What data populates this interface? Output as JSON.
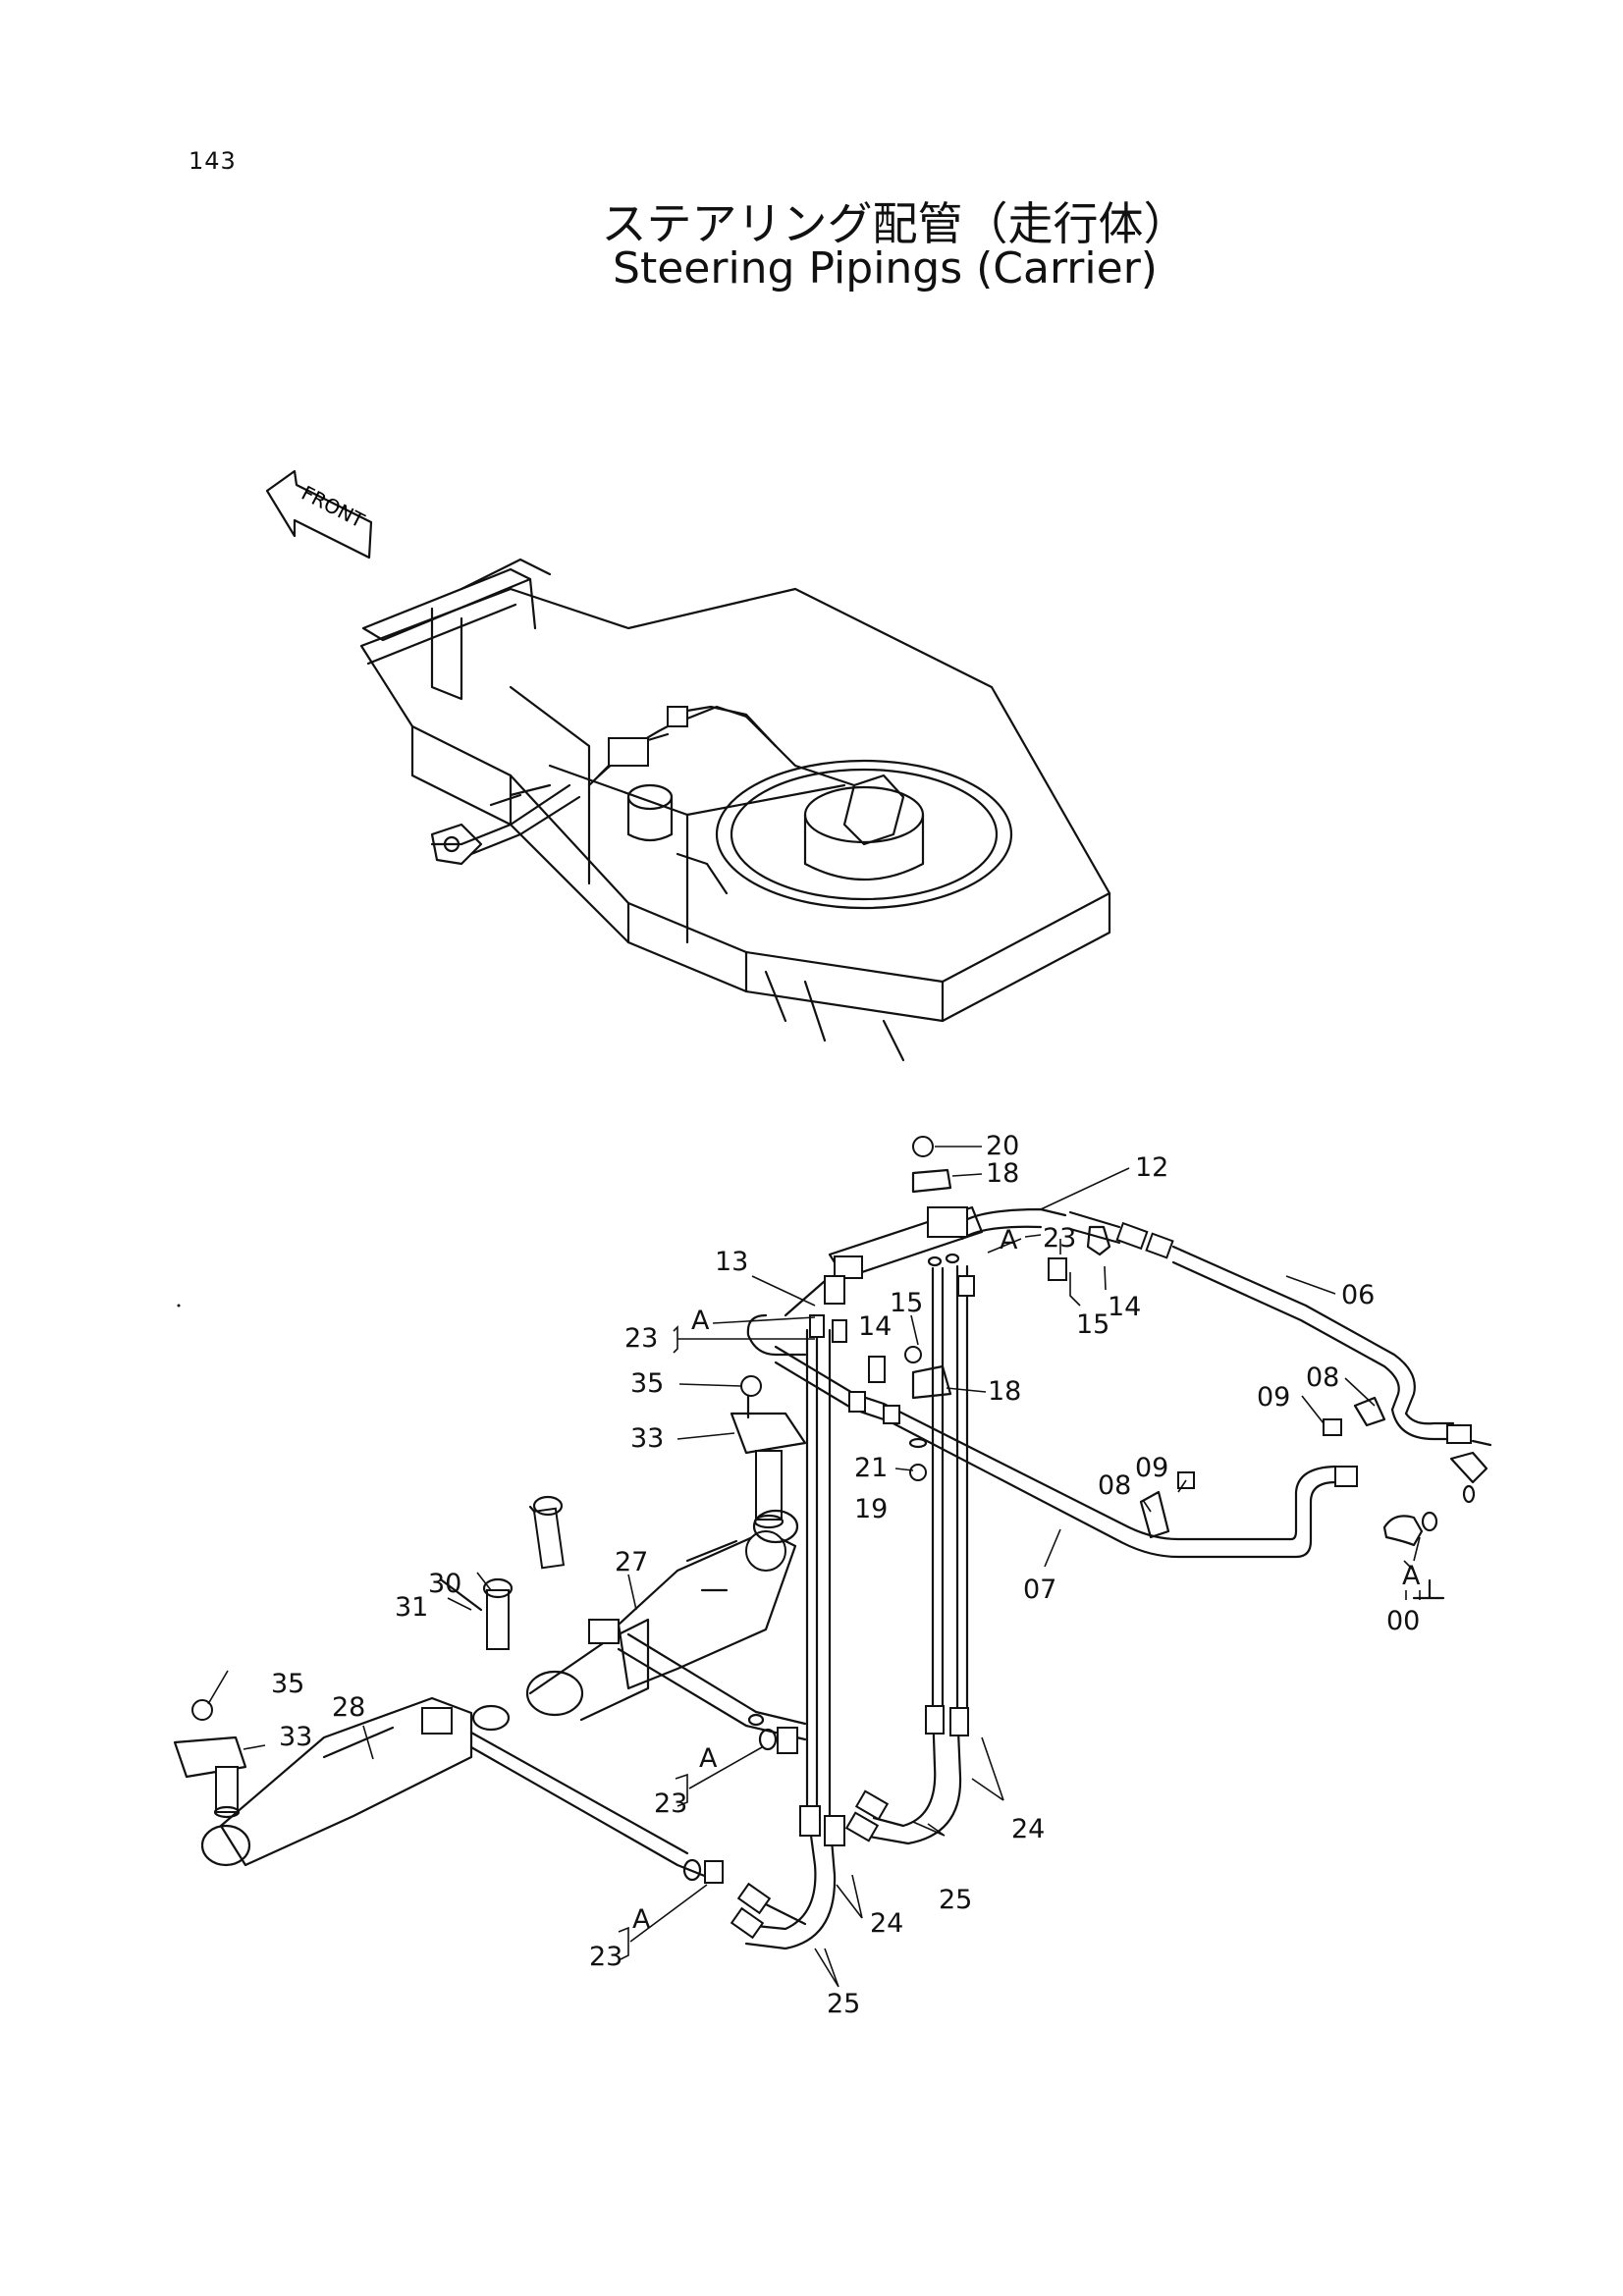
{
  "page": {
    "number": "143"
  },
  "title": {
    "japanese": "ステアリング配管（走行体）",
    "english": "Steering Pipings (Carrier)"
  },
  "overview": {
    "front_label": "FRONT"
  },
  "callouts": [
    {
      "id": "c20",
      "text": "20"
    },
    {
      "id": "c18a",
      "text": "18"
    },
    {
      "id": "c12",
      "text": "12"
    },
    {
      "id": "c23a",
      "text": "23"
    },
    {
      "id": "cAa",
      "text": "A"
    },
    {
      "id": "c13",
      "text": "13"
    },
    {
      "id": "c06",
      "text": "06"
    },
    {
      "id": "c15a",
      "text": "15"
    },
    {
      "id": "c14a",
      "text": "14"
    },
    {
      "id": "c15b",
      "text": "15"
    },
    {
      "id": "c14b",
      "text": "14"
    },
    {
      "id": "cAb",
      "text": "A"
    },
    {
      "id": "c23b",
      "text": "23"
    },
    {
      "id": "c18b",
      "text": "18"
    },
    {
      "id": "c08a",
      "text": "08"
    },
    {
      "id": "c09a",
      "text": "09"
    },
    {
      "id": "c35a",
      "text": "35"
    },
    {
      "id": "c33a",
      "text": "33"
    },
    {
      "id": "c21",
      "text": "21"
    },
    {
      "id": "c19",
      "text": "19"
    },
    {
      "id": "c08b",
      "text": "08"
    },
    {
      "id": "c09b",
      "text": "09"
    },
    {
      "id": "c07",
      "text": "07"
    },
    {
      "id": "cAc",
      "text": "A"
    },
    {
      "id": "c00",
      "text": "00"
    },
    {
      "id": "c27",
      "text": "27"
    },
    {
      "id": "c30",
      "text": "30"
    },
    {
      "id": "c31",
      "text": "31"
    },
    {
      "id": "c35b",
      "text": "35"
    },
    {
      "id": "c28",
      "text": "28"
    },
    {
      "id": "c33b",
      "text": "33"
    },
    {
      "id": "cAd",
      "text": "A"
    },
    {
      "id": "c23c",
      "text": "23"
    },
    {
      "id": "c24a",
      "text": "24"
    },
    {
      "id": "c25a",
      "text": "25"
    },
    {
      "id": "cAe",
      "text": "A"
    },
    {
      "id": "c23d",
      "text": "23"
    },
    {
      "id": "c24b",
      "text": "24"
    },
    {
      "id": "c25b",
      "text": "25"
    }
  ]
}
